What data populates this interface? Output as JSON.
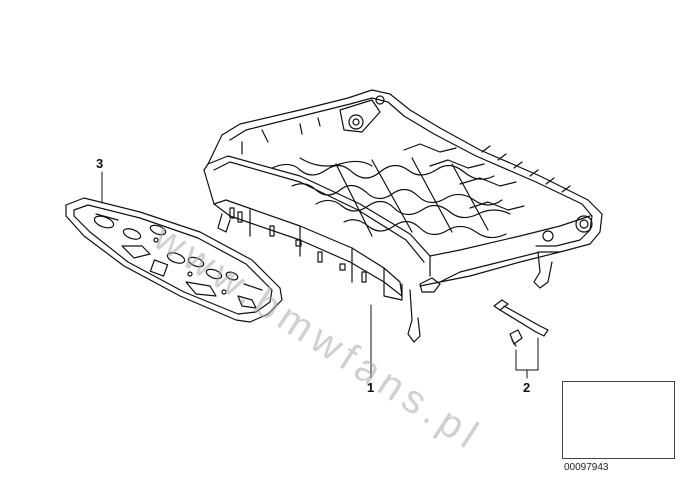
{
  "callouts": {
    "part_1": "1",
    "part_2": "2",
    "part_3": "3"
  },
  "watermark": "www.bmwfans.pl",
  "reference_code": "00097943",
  "icons": {
    "seat_frame": "seat-frame-drawing",
    "seat_pan": "seat-pan-drawing",
    "bolts": "bolt-drawing",
    "car_thumbnail": "car-thumbnail-drawing"
  }
}
